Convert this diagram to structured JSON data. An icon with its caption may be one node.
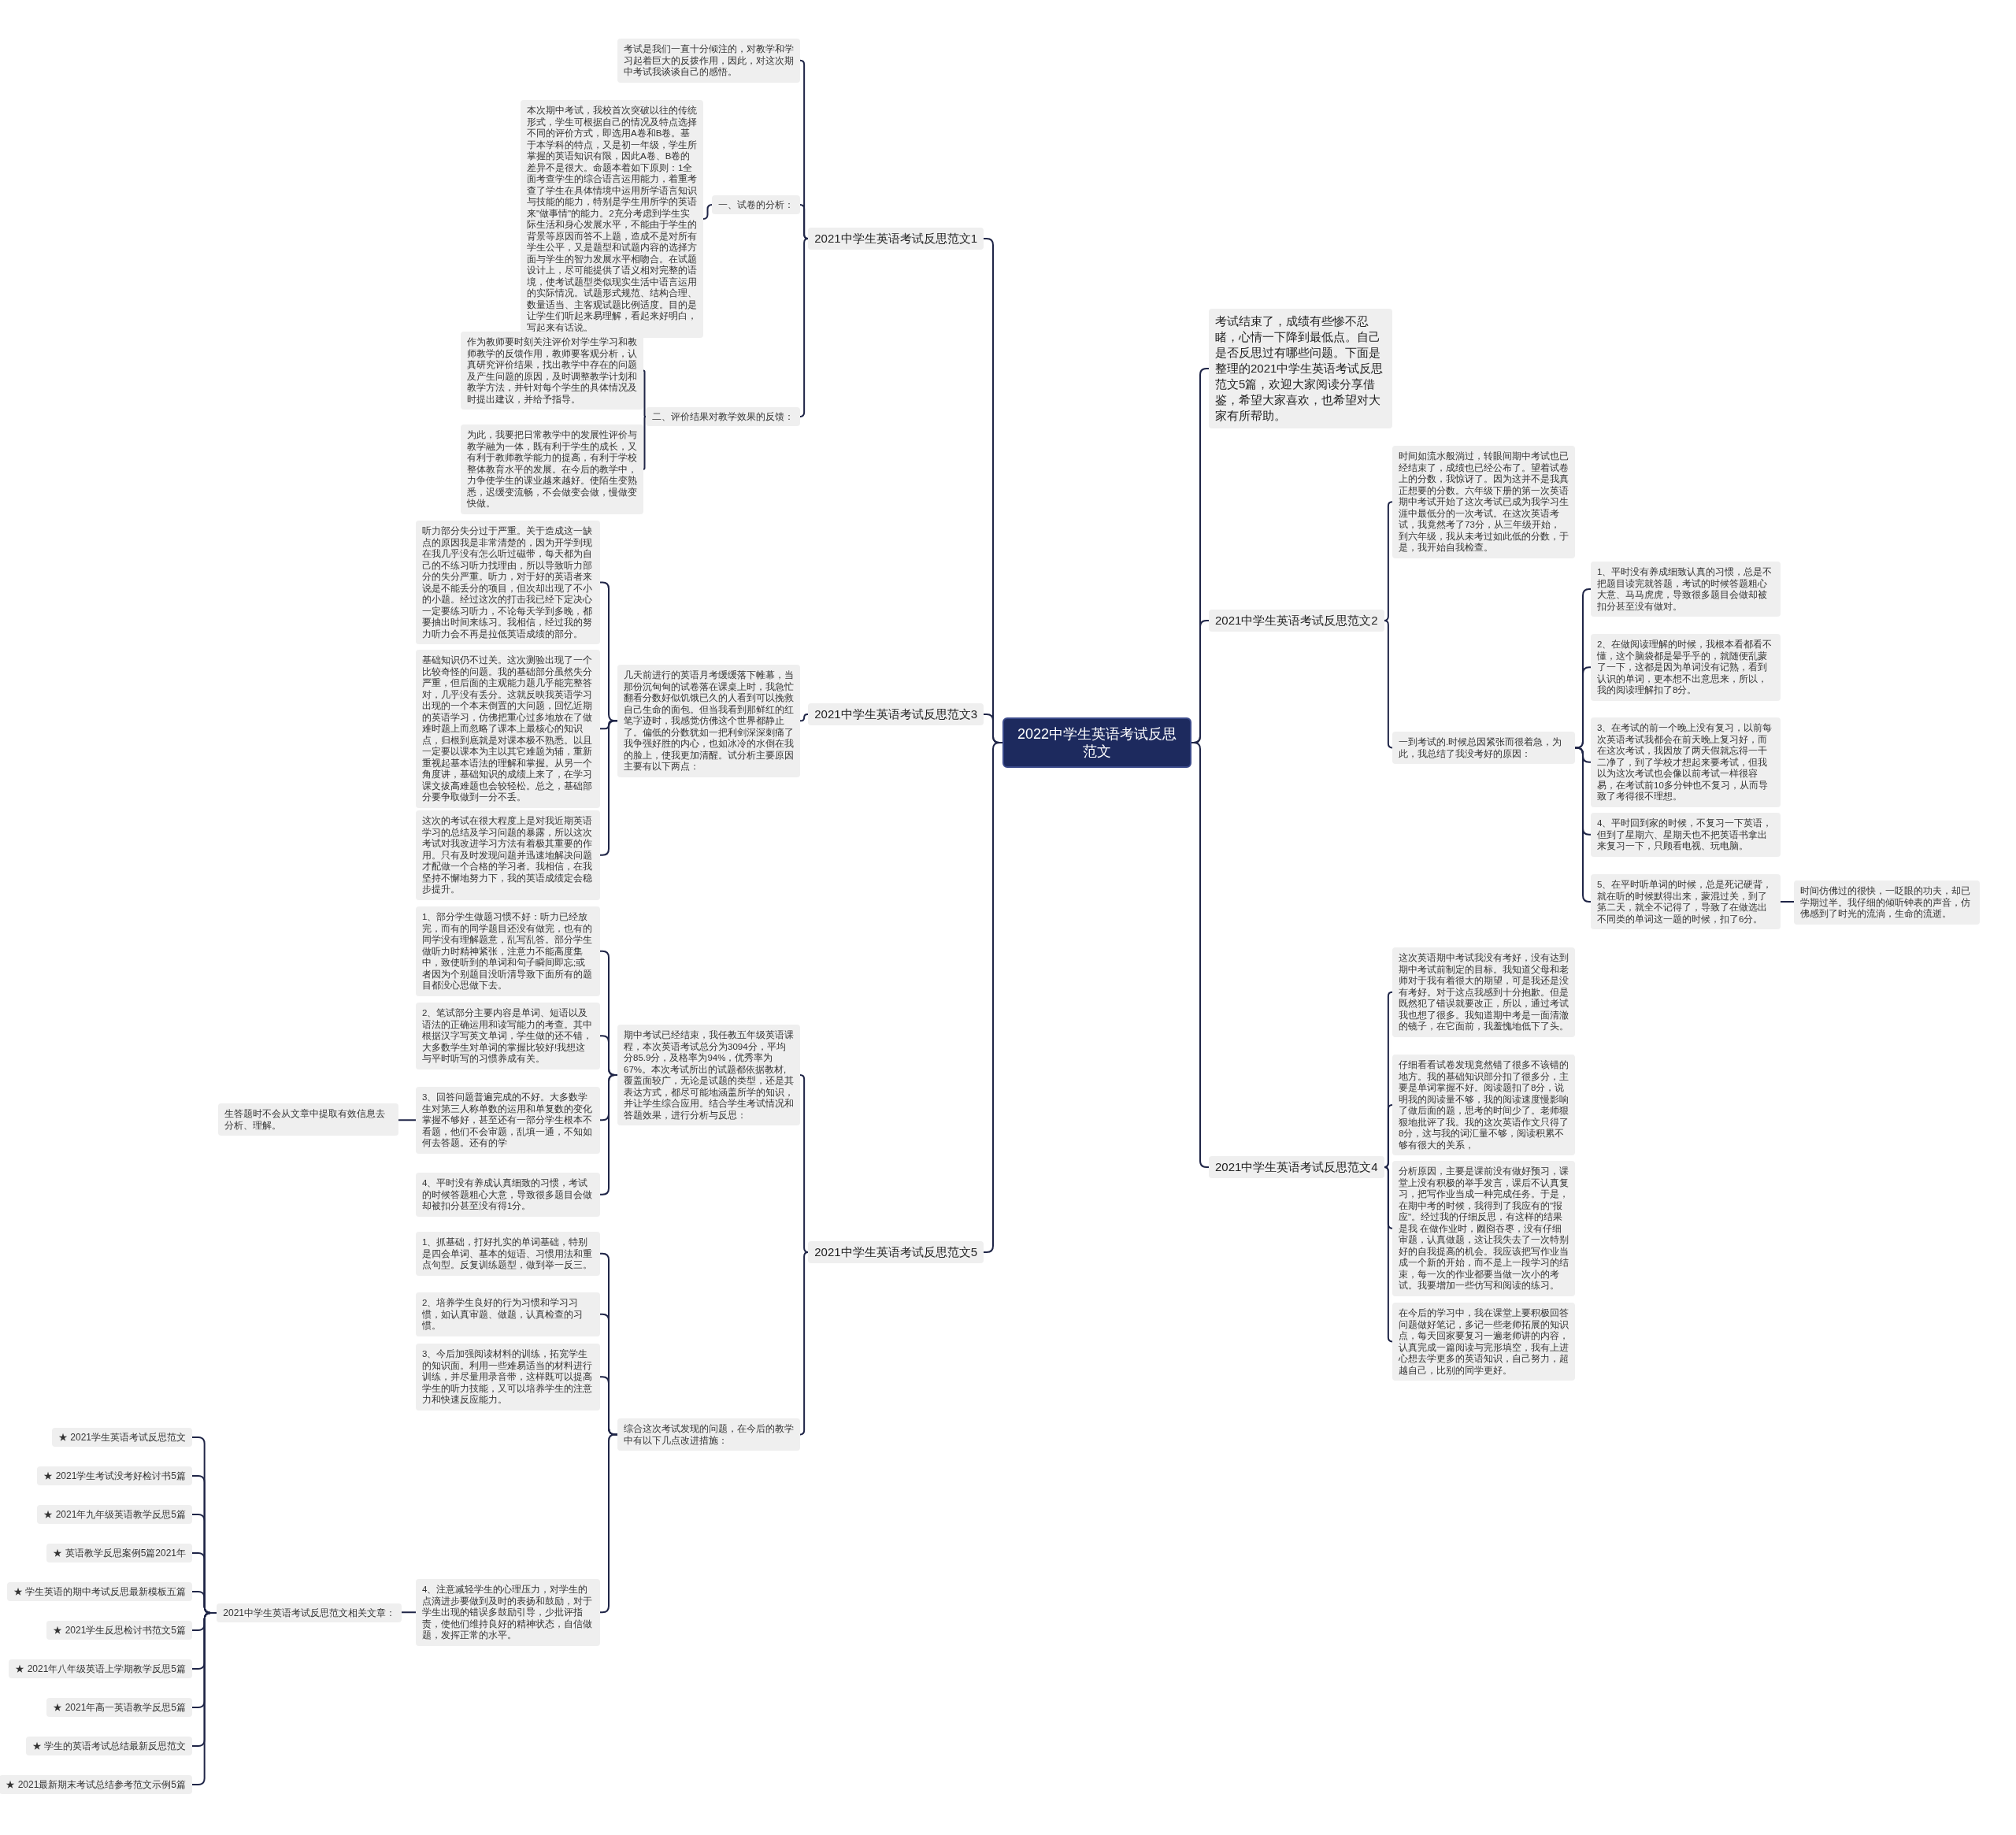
{
  "diagram": {
    "nodes": [
      {
        "text": [
          "2022中学生英语考试反思范文"
        ]
      },
      {
        "text": [
          "2021中学生英语考试反思范文1"
        ]
      },
      {
        "text": [
          "一、试卷的分析："
        ]
      },
      {
        "text": [
          "考试是我们一直十分倾注的，对教学和学习起着巨大的反拨作用，因此，对这次期中考试我谈谈自己的感悟。"
        ]
      },
      {
        "text": [
          "本次期中考试，我校首次突破以往的传统形式，学生可根据自己的情况及特点选择不同的评价方式，即选用A卷和B卷。基于本学科的特点，又是初一年级，学生所掌握的英语知识有限，因此A卷、B卷的差异不是很大。命题本着如下原则：1全面考查学生的综合语言运用能力，着重考查了学生在具体情境中运用所学语言知识与技能的能力，特别是学生用所学的英语来\"做事情\"的能力。2充分考虑到学生实际生活和身心发展水平，不能由于学生的背景等原因而答不上题，造成不是对所有学生公平，又是题型和试题内容的选择方面与学生的智力发展水平相吻合。在试题设计上，尽可能提供了语义相对完整的语境，使考试题型类似现实生活中语言运用的实际情况。试题形式规范、结构合理、数量适当、主客观试题比例适度。目的是让学生们听起来易理解，看起来好明白，写起来有话说。"
        ]
      },
      {
        "text": [
          "二、评价结果对教学效果的反馈："
        ]
      },
      {
        "text": [
          "作为教师要时刻关注评价对学生学习和教师教学的反馈作用，教师要客观分析，认真研究评价结果，找出教学中存在的问题及产生问题的原因，及时调整教学计划和教学方法，并针对每个学生的具体情况及时提出建议，并给予指导。"
        ]
      },
      {
        "text": [
          "为此，我要把日常教学中的发展性评价与教学融为一体，既有利于学生的成长，又有利于教师教学能力的提高，有利于学校整体教育水平的发展。在今后的教学中，力争使学生的课业越来越好。使陌生变熟悉，迟缓变流畅，不会做变会做，慢做变快做。"
        ]
      },
      {
        "text": [
          "2021中学生英语考试反思范文3"
        ]
      },
      {
        "text": [
          "几天前进行的英语月考缓缓落下帷幕，当那份沉甸甸的试卷落在课桌上时，我急忙翻看分数好似饥饿已久的人看到可以挽救自己生命的面包。但当我看到那鲜红的红笔字迹时，我感觉仿佛这个世界都静止了。偏低的分数犹如一把利剑深深刺痛了我争强好胜的内心，也如冰冷的水倒在我的脸上，使我更加清醒。试分析主要原因主要有以下两点："
        ]
      },
      {
        "text": [
          "听力部分失分过于严重。关于造成这一缺点的原因我是非常清楚的，因为开学到现在我几乎没有怎么听过磁带，每天都为自己的不练习听力找理由，所以导致听力部分的失分严重。听力，对于好的英语者来说是不能丢分的项目，但次却出现了不小的小题。经过这次的打击我已经下定决心一定要练习听力，不论每天学到多晚，都要抽出时间来练习。我相信，经过我的努力听力会不再是拉低英语成绩的部分。"
        ]
      },
      {
        "text": [
          "基础知识仍不过关。这次测验出现了一个比较奇怪的问题。我的基础部分虽然失分严重，但后面的主观能力题几乎能完整答对，几乎没有丢分。这就反映我英语学习出现的一个本末倒置的大问题，回忆近期的英语学习，仿佛把重心过多地放在了做难时题上而忽略了课本上最核心的知识点，归根到底就是对课本极不熟悉。以且一定要以课本为主以其它难题为辅，重新重视起基本语法的理解和掌握。从另一个角度讲，基础知识的成绩上来了，在学习课文拔高难题也会较轻松。总之，基础部分要争取做到一分不丢。"
        ]
      },
      {
        "text": [
          "这次的考试在很大程度上是对我近期英语学习的总结及学习问题的暴露，所以这次考试对我改进学习方法有着极其重要的作用。只有及时发现问题并迅速地解决问题才配做一个合格的学习者。我相信，在我坚持不懈地努力下，我的英语成绩定会稳步提升。"
        ]
      },
      {
        "text": [
          "2021中学生英语考试反思范文5"
        ]
      },
      {
        "text": [
          "期中考试已经结束，我任教五年级英语课程，本次英语考试总分为3094分，平均分85.9分，及格率为94%，优秀率为67%。本次考试所出的试题都依据教材,覆盖面较广，无论是试题的类型，还是其表达方式，都尽可能地涵盖所学的知识，并让学生综合应用。结合学生考试情况和答题效果，进行分析与反思："
        ]
      },
      {
        "text": [
          "1、部分学生做题习惯不好：听力已经放完，而有的同学题目还没有做完，也有的同学没有理解题意，乱写乱答。部分学生做听力时精神紧张，注意力不能高度集中，致使听到的单词和句子瞬间即忘;或者因为个别题目没听清导致下面所有的题目都没心思做下去。"
        ]
      },
      {
        "text": [
          "2、笔试部分主要内容是单词、短语以及语法的正确运用和读写能力的考查。其中根据汉字写英文单词，学生做的还不错，大多数学生对单词的掌握比较好!我想这与平时听写的习惯养成有关。"
        ]
      },
      {
        "text": [
          "3、回答问题普遍完成的不好。大多数学生对第三人称单数的运用和单复数的变化掌握不够好，甚至还有一部分学生根本不看题，他们不会审题，乱填一通，不知如何去答题。还有的学"
        ]
      },
      {
        "text": [
          "生答题时不会从文章中提取有效信息去分析、理解。"
        ]
      },
      {
        "text": [
          "4、平时没有养成认真细致的习惯，考试的时候答题粗心大意，导致很多题目会做却被扣分甚至没有得1分。"
        ]
      },
      {
        "text": [
          "综合这次考试发现的问题，在今后的教学中有以下几点改进措施："
        ]
      },
      {
        "text": [
          "1、抓基础，打好扎实的单词基础，特别是四会单词、基本的短语、习惯用法和重点句型。反复训练题型，做到举一反三。"
        ]
      },
      {
        "text": [
          "2、培养学生良好的行为习惯和学习习惯，如认真审题、做题，认真检查的习惯。"
        ]
      },
      {
        "text": [
          "3、今后加强阅读材料的训练，拓宽学生的知识面。利用一些难易适当的材料进行训练，并尽量用录音带，这样既可以提高学生的听力技能，又可以培养学生的注意力和快速反应能力。"
        ]
      },
      {
        "text": [
          "4、注意减轻学生的心理压力，对学生的点滴进步要做到及时的表扬和鼓励，对于学生出现的错误多鼓励引导，少批评指责，使他们维持良好的精神状态，自信做题，发挥正常的水平。"
        ]
      },
      {
        "text": [
          "2021中学生英语考试反思范文相关文章："
        ]
      },
      {
        "text": [
          "★ 2021学生英语考试反思范文"
        ]
      },
      {
        "text": [
          "★ 2021学生考试没考好检讨书5篇"
        ]
      },
      {
        "text": [
          "★ 2021年九年级英语教学反思5篇"
        ]
      },
      {
        "text": [
          "★ 英语教学反思案例5篇2021年"
        ]
      },
      {
        "text": [
          "★ 学生英语的期中考试反思最新模板五篇"
        ]
      },
      {
        "text": [
          "★ 2021学生反思检讨书范文5篇"
        ]
      },
      {
        "text": [
          "★ 2021年八年级英语上学期教学反思5篇"
        ]
      },
      {
        "text": [
          "★ 2021年高一英语教学反思5篇"
        ]
      },
      {
        "text": [
          "★ 学生的英语考试总结最新反思范文"
        ]
      },
      {
        "text": [
          "★ 2021最新期末考试总结参考范文示例5篇"
        ]
      },
      {
        "text": [
          "考试结束了，成绩有些惨不忍睹，心情一下降到最低点。自己是否反思过有哪些问题。下面是整理的2021中学生英语考试反思范文5篇，欢迎大家阅读分享借鉴，希望大家喜欢，也希望对大家有所帮助。"
        ]
      },
      {
        "text": [
          "2021中学生英语考试反思范文2"
        ]
      },
      {
        "text": [
          "时间如流水般淌过，转眼间期中考试也已经结束了，成绩也已经公布了。望着试卷上的分数，我惊讶了。因为这并不是我真正想要的分数。六年级下册的第一次英语期中考试开始了这次考试已成为我学习生涯中最低分的一次考试。在这次英语考试，我竟然考了73分，从三年级开始，到六年级，我从未考过如此低的分数，于是，我开始自我检查。"
        ]
      },
      {
        "text": [
          "一到考试的.时候总因紧张而很着急，为此，我总结了我没考好的原因："
        ]
      },
      {
        "text": [
          "1、平时没有养成细致认真的习惯，总是不把题目读完就答题，考试的时候答题粗心大意、马马虎虎，导致很多题目会做却被扣分甚至没有做对。"
        ]
      },
      {
        "text": [
          "2、在做阅读理解的时候，我根本看都看不懂，这个脑袋都是晕乎乎的，就随便乱蒙了一下，这都是因为单词没有记熟，看到认识的单词，更本想不出意思来，所以，我的阅读理解扣了8分。"
        ]
      },
      {
        "text": [
          "3、在考试的前一个晚上没有复习，以前每次英语考试我都会在前天晚上复习好，而在这次考试，我因放了两天假就忘得一干二净了，到了学校才想起来要考试，但我以为这次考试也会像以前考试一样很容易，在考试前10多分钟也不复习，从而导致了考得很不理想。"
        ]
      },
      {
        "text": [
          "4、平时回到家的时候，不复习一下英语，但到了星期六、星期天也不把英语书拿出来复习一下，只顾看电视、玩电脑。"
        ]
      },
      {
        "text": [
          "5、在平时听单词的时候，总是死记硬背，就在听的时候默得出来，蒙混过关，到了第二天，就全不记得了，导致了在做选出不同类的单词这一题的时候，扣了6分。"
        ]
      },
      {
        "text": [
          "时间仿佛过的很快，一眨眼的功夫，却已学期过半。我仔细的倾听钟表的声音，仿佛感到了时光的流淌，生命的流逝。"
        ]
      },
      {
        "text": [
          "2021中学生英语考试反思范文4"
        ]
      },
      {
        "text": [
          "这次英语期中考试我没有考好，没有达到期中考试前制定的目标。我知道父母和老师对于我有着很大的期望，可是我还是没有考好。对于这点我感到十分抱歉。但是既然犯了错误就要改正，所以，通过考试我也想了很多。我知道期中考是一面清澈的镜子，在它面前，我羞愧地低下了头。"
        ]
      },
      {
        "text": [
          "仔细看看试卷发现竟然错了很多不该错的地方。我的基础知识部分扣了很多分，主要是单词掌握不好。阅读题扣了8分，说明我的阅读量不够，我的阅读速度慢影响了做后面的题，思考的时间少了。老师狠狠地批评了我。我的这次英语作文只得了8分，这与我的词汇量不够，阅读积累不够有很大的关系，"
        ]
      },
      {
        "text": [
          "分析原因，主要是课前没有做好预习，课堂上没有积极的举手发言，课后不认真复习，把写作业当成一种完成任务。于是，在期中考的时候，我得到了我应有的\"报应\"。经过我的仔细反思，有这样的结果是我 在做作业时，囫囵吞枣，没有仔细审题，认真做题，这让我失去了一次特别好的自我提高的机会。我应该把写作业当成一个新的开始，而不是上一段学习的结束，每一次的作业都要当做一次小的考试。我要增加一些仿写和阅读的练习。"
        ]
      },
      {
        "text": [
          "在今后的学习中，我在课堂上要积极回答问题做好笔记，多记一些老师拓展的知识点，每天回家要复习一遍老师讲的内容，认真完成一篇阅读与完形填空，我有上进心想去学更多的英语知识，自己努力，超越自己，比别的同学更好。"
        ]
      }
    ],
    "edges": [
      {
        "from": 0,
        "to": 1,
        "arrow": "none"
      },
      {
        "from": 1,
        "to": 3,
        "arrow": "none"
      },
      {
        "from": 1,
        "to": 2,
        "arrow": "none"
      },
      {
        "from": 2,
        "to": 4,
        "arrow": "none"
      },
      {
        "from": 1,
        "to": 5,
        "arrow": "none"
      },
      {
        "from": 5,
        "to": 6,
        "arrow": "none"
      },
      {
        "from": 5,
        "to": 7,
        "arrow": "none"
      },
      {
        "from": 0,
        "to": 8,
        "arrow": "none"
      },
      {
        "from": 8,
        "to": 9,
        "arrow": "none"
      },
      {
        "from": 9,
        "to": 10,
        "arrow": "none"
      },
      {
        "from": 9,
        "to": 11,
        "arrow": "none"
      },
      {
        "from": 9,
        "to": 12,
        "arrow": "none"
      },
      {
        "from": 0,
        "to": 13,
        "arrow": "none"
      },
      {
        "from": 13,
        "to": 14,
        "arrow": "none"
      },
      {
        "from": 14,
        "to": 15,
        "arrow": "none"
      },
      {
        "from": 14,
        "to": 16,
        "arrow": "none"
      },
      {
        "from": 14,
        "to": 17,
        "arrow": "none"
      },
      {
        "from": 17,
        "to": 18,
        "arrow": "none"
      },
      {
        "from": 14,
        "to": 19,
        "arrow": "none"
      },
      {
        "from": 13,
        "to": 20,
        "arrow": "none"
      },
      {
        "from": 20,
        "to": 21,
        "arrow": "none"
      },
      {
        "from": 20,
        "to": 22,
        "arrow": "none"
      },
      {
        "from": 20,
        "to": 23,
        "arrow": "none"
      },
      {
        "from": 20,
        "to": 24,
        "arrow": "none"
      },
      {
        "from": 24,
        "to": 25,
        "arrow": "none"
      },
      {
        "from": 25,
        "to": 26,
        "arrow": "none"
      },
      {
        "from": 25,
        "to": 27,
        "arrow": "none"
      },
      {
        "from": 25,
        "to": 28,
        "arrow": "none"
      },
      {
        "from": 25,
        "to": 29,
        "arrow": "none"
      },
      {
        "from": 25,
        "to": 30,
        "arrow": "none"
      },
      {
        "from": 25,
        "to": 31,
        "arrow": "none"
      },
      {
        "from": 25,
        "to": 32,
        "arrow": "none"
      },
      {
        "from": 25,
        "to": 33,
        "arrow": "none"
      },
      {
        "from": 25,
        "to": 34,
        "arrow": "none"
      },
      {
        "from": 25,
        "to": 35,
        "arrow": "none"
      },
      {
        "from": 0,
        "to": 36,
        "arrow": "none"
      },
      {
        "from": 0,
        "to": 37,
        "arrow": "none"
      },
      {
        "from": 37,
        "to": 38,
        "arrow": "none"
      },
      {
        "from": 37,
        "to": 39,
        "arrow": "none"
      },
      {
        "from": 39,
        "to": 40,
        "arrow": "none"
      },
      {
        "from": 39,
        "to": 41,
        "arrow": "none"
      },
      {
        "from": 39,
        "to": 42,
        "arrow": "none"
      },
      {
        "from": 39,
        "to": 43,
        "arrow": "none"
      },
      {
        "from": 39,
        "to": 44,
        "arrow": "none"
      },
      {
        "from": 44,
        "to": 45,
        "arrow": "none"
      },
      {
        "from": 0,
        "to": 46,
        "arrow": "none"
      },
      {
        "from": 46,
        "to": 47,
        "arrow": "none"
      },
      {
        "from": 46,
        "to": 48,
        "arrow": "none"
      },
      {
        "from": 46,
        "to": 49,
        "arrow": "none"
      },
      {
        "from": 46,
        "to": 50,
        "arrow": "none"
      }
    ]
  }
}
